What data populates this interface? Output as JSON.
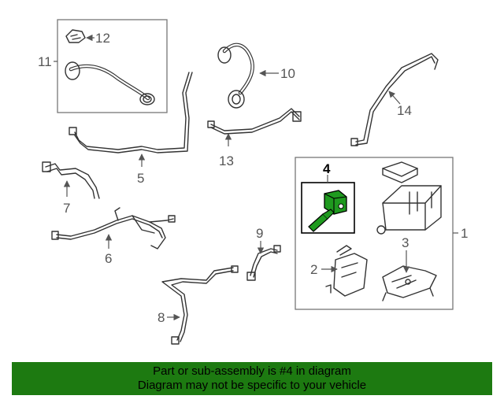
{
  "callouts": {
    "c1": "1",
    "c2": "2",
    "c3": "3",
    "c4": "4",
    "c5": "5",
    "c6": "6",
    "c7": "7",
    "c8": "8",
    "c9": "9",
    "c10": "10",
    "c11": "11",
    "c12": "12",
    "c13": "13",
    "c14": "14"
  },
  "highlighted_callout": "4",
  "banner": {
    "line1": "Part or sub-assembly is #4 in diagram",
    "line2": "Diagram may not be specific to your vehicle",
    "background_color": "#1d7a11"
  },
  "colors": {
    "highlight_part": "#1f9a1f",
    "linework": "#333333"
  }
}
